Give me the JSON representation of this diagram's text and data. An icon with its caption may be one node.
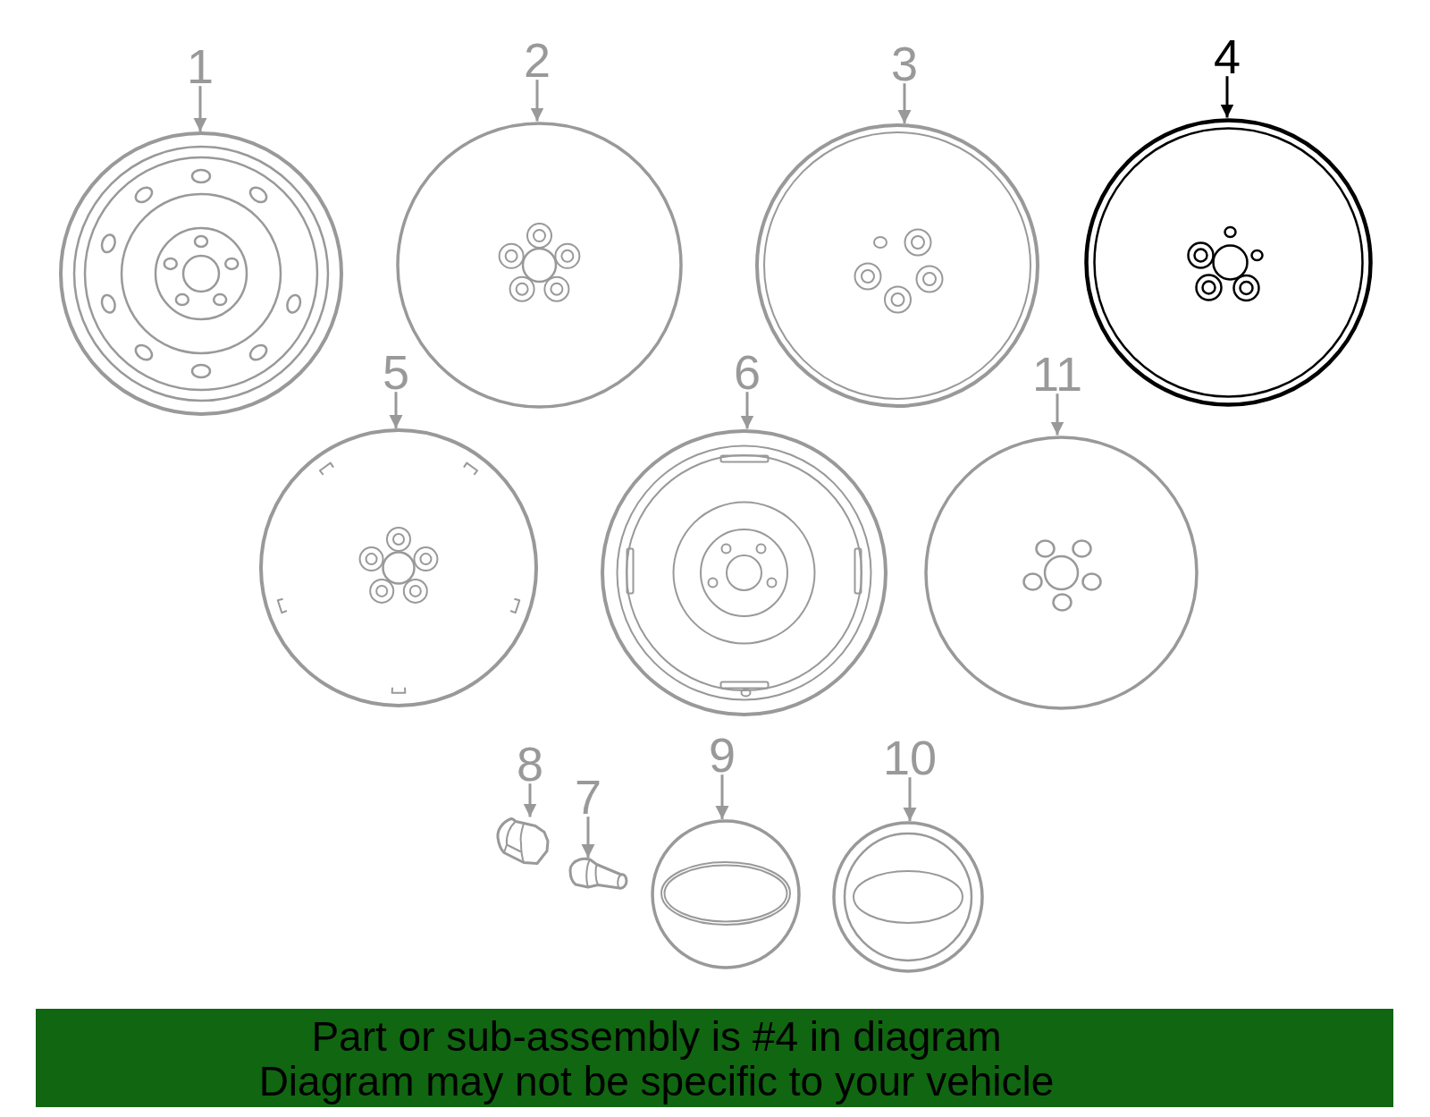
{
  "diagram": {
    "nodes": [
      {
        "text": [
          "1"
        ]
      },
      {
        "text": [],
        "shape": "picture"
      },
      {
        "text": [
          "2"
        ]
      },
      {
        "text": [],
        "shape": "picture"
      },
      {
        "text": [
          "3"
        ]
      },
      {
        "text": [],
        "shape": "picture"
      },
      {
        "text": [
          "4"
        ]
      },
      {
        "text": [],
        "shape": "picture"
      },
      {
        "text": [
          "5"
        ]
      },
      {
        "text": [],
        "shape": "picture"
      },
      {
        "text": [
          "6"
        ]
      },
      {
        "text": [],
        "shape": "picture"
      },
      {
        "text": [
          "11"
        ]
      },
      {
        "text": [],
        "shape": "picture"
      },
      {
        "text": [
          "8"
        ]
      },
      {
        "text": [],
        "shape": "picture"
      },
      {
        "text": [
          "7"
        ]
      },
      {
        "text": [],
        "shape": "picture"
      },
      {
        "text": [
          "9"
        ]
      },
      {
        "text": [],
        "shape": "picture"
      },
      {
        "text": [
          "10"
        ]
      },
      {
        "text": [],
        "shape": "picture"
      },
      {
        "text": [
          "Part or sub-assembly is #4 in diagram",
          "Diagram may not be specific to your vehicle"
        ]
      }
    ],
    "edges": [
      {
        "from": 0,
        "to": 1,
        "arrow": "to"
      },
      {
        "from": 2,
        "to": 3,
        "arrow": "to"
      },
      {
        "from": 4,
        "to": 5,
        "arrow": "to"
      },
      {
        "from": 6,
        "to": 7,
        "arrow": "to",
        "color": "#000000"
      },
      {
        "from": 8,
        "to": 9,
        "arrow": "to"
      },
      {
        "from": 10,
        "to": 11,
        "arrow": "to"
      },
      {
        "from": 12,
        "to": 13,
        "arrow": "to"
      },
      {
        "from": 14,
        "to": 15,
        "arrow": "to"
      },
      {
        "from": 16,
        "to": 17,
        "arrow": "to"
      },
      {
        "from": 18,
        "to": 19,
        "arrow": "to"
      },
      {
        "from": 20,
        "to": 21,
        "arrow": "to"
      }
    ]
  }
}
